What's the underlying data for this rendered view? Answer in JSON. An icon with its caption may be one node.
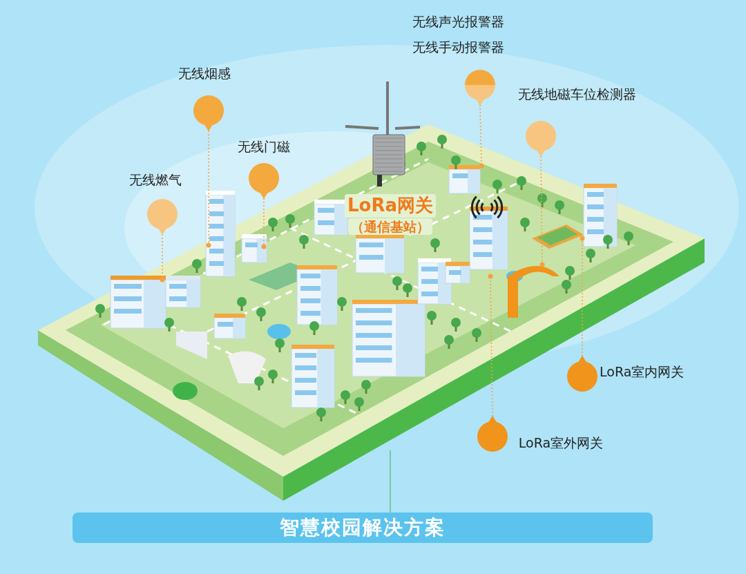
{
  "diagram": {
    "nodes": [
      {
        "text": [],
        "shape": "picture"
      },
      {
        "text": [],
        "shape": "circle",
        "beside": [
          "无线烟感"
        ]
      },
      {
        "text": [],
        "shape": "circle"
      },
      {
        "text": [],
        "shape": "circle"
      },
      {
        "text": [],
        "shape": "circle",
        "beside": [
          "无线声光报警器",
          "无线手动报警器"
        ]
      },
      {
        "text": [],
        "shape": "circle",
        "beside": [
          "无线地磁车位检测器"
        ]
      },
      {
        "text": [],
        "shape": "circle",
        "beside": [
          "LoRa室内网关"
        ]
      },
      {
        "text": [],
        "shape": "circle"
      },
      {
        "text": [
          "智慧校园解决方案"
        ]
      }
    ],
    "edges": [
      {
        "from": 1,
        "to": 0,
        "arrow": "other",
        "style": "dashed"
      },
      {
        "from": 2,
        "to": 0,
        "arrow": "other",
        "style": "dashed"
      },
      {
        "from": 3,
        "to": 0,
        "arrow": "other",
        "style": "dashed"
      },
      {
        "from": 4,
        "to": 0,
        "arrow": "other",
        "style": "dashed"
      },
      {
        "from": 5,
        "to": 0,
        "arrow": "other",
        "style": "dashed"
      },
      {
        "from": 6,
        "to": 0,
        "arrow": "other",
        "style": "dashed"
      },
      {
        "from": 7,
        "to": 0,
        "arrow": "other",
        "style": "dashed"
      },
      {
        "from": 0,
        "to": 8,
        "arrow": "none",
        "color": "#5fbf8c"
      }
    ],
    "labels": [
      "无线门磁",
      "无线燃气",
      "LoRa网关",
      "（通信基站）",
      "LoRa室外网关"
    ]
  }
}
